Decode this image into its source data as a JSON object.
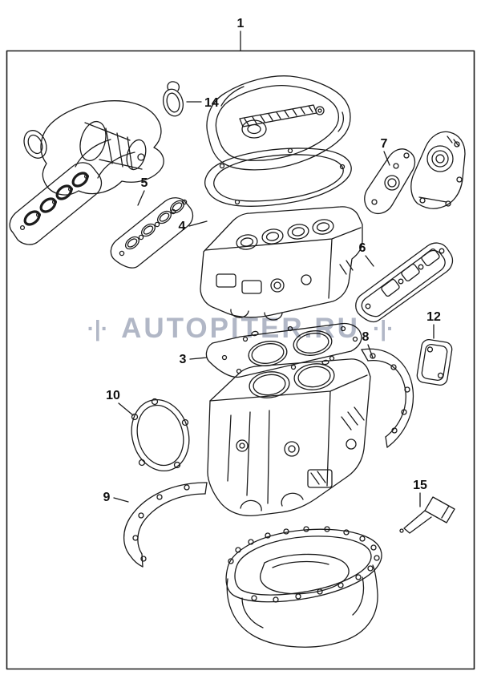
{
  "diagram": {
    "figure_label": "1",
    "callouts": {
      "c14": "14",
      "c5": "5",
      "c4": "4",
      "c7": "7",
      "c6": "6",
      "c12": "12",
      "c8": "8",
      "c3": "3",
      "c10": "10",
      "c9": "9",
      "c15": "15"
    },
    "watermark": {
      "side_mark": "·|·",
      "text": "AUTOPITER.RU",
      "color": "#b1b7c6"
    },
    "colors": {
      "ink": "#1b1b1b",
      "background": "#ffffff"
    },
    "parts": [
      "intake-manifold",
      "intake-manifold-gasket",
      "camshaft-seal",
      "valve-cover",
      "valve-cover-gasket",
      "cylinder-head",
      "head-gasket",
      "engine-block",
      "oil-pan",
      "water-pump-with-gasket",
      "exhaust-manifold-gasket",
      "cover-plate",
      "rear-seal-housing",
      "front-cover-gasket",
      "front-seal-housing",
      "sealant-tube"
    ]
  }
}
